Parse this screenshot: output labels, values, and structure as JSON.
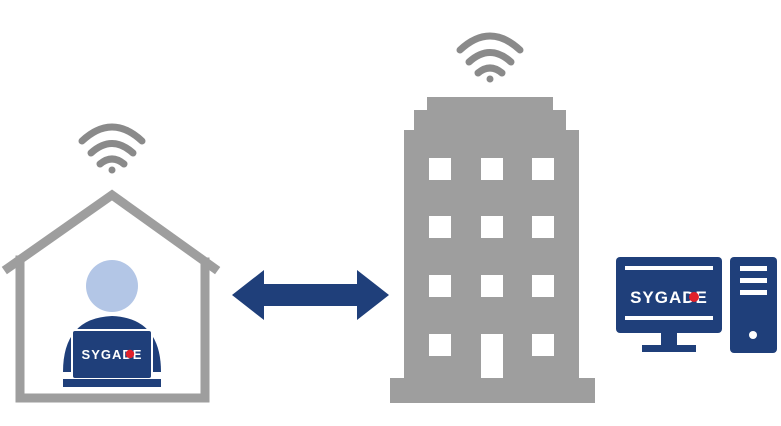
{
  "diagram": {
    "elements": [
      {
        "id": "home",
        "kind": "house-with-remote-worker",
        "icon": "house-icon"
      },
      {
        "id": "office",
        "kind": "office-building",
        "icon": "building-icon"
      },
      {
        "id": "workstation",
        "kind": "desktop-computer",
        "icon": "desktop-computer-icon"
      }
    ],
    "connection": {
      "from": "home",
      "to": "office",
      "direction": "bidirectional",
      "icon": "double-arrow-icon"
    },
    "wifi_signals": [
      "home",
      "office"
    ]
  },
  "branding": {
    "laptop_logo": "SYGADE",
    "monitor_logo": "SYGADE"
  },
  "colors": {
    "gray": "#9e9e9e",
    "navy": "#1f3f7a",
    "head": "#b3c6e6",
    "accent": "#e0202a",
    "white": "#ffffff"
  }
}
